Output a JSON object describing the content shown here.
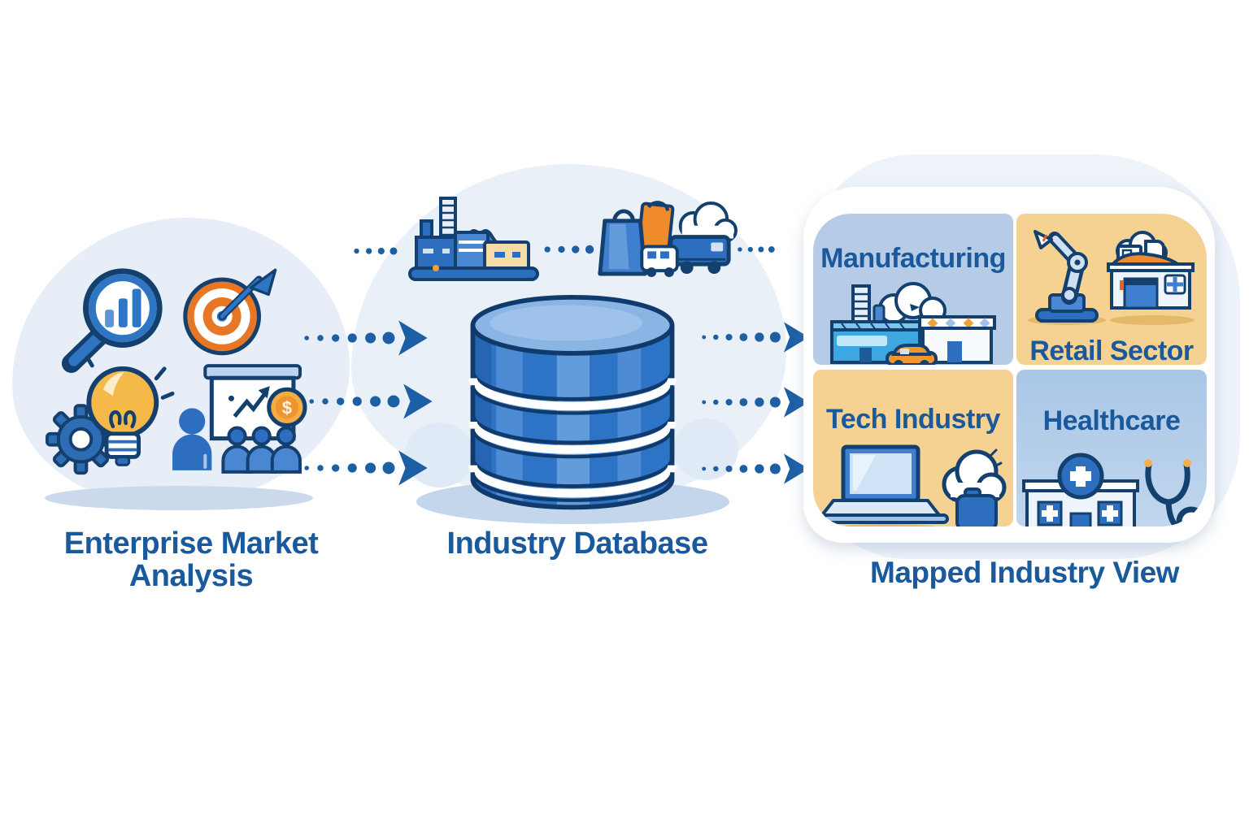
{
  "sections": {
    "analysis": {
      "label": "Enterprise Market Analysis",
      "icons": [
        "magnifier-chart",
        "target-dart",
        "gear-lightbulb",
        "presentation-audience"
      ],
      "coin_symbol": "$"
    },
    "database": {
      "label": "Industry Database",
      "source_icons": [
        "factory",
        "retail-transport"
      ]
    },
    "mapped": {
      "label": "Mapped Industry View",
      "cells": [
        {
          "label": "Manufacturing",
          "icon": "manufacturing-plant",
          "bg": "#b6cce6"
        },
        {
          "label": "Retail Sector",
          "icon": "robot-arm-storefront",
          "bg": "#f6d292"
        },
        {
          "label": "Tech Industry",
          "icon": "laptop-cloud",
          "bg": "#f6d292"
        },
        {
          "label": "Healthcare",
          "icon": "hospital-stethoscope",
          "bg": "#aec9e7"
        }
      ]
    }
  },
  "flow": {
    "left_arrow_count": 3,
    "right_arrow_count": 3,
    "style": "dotted-arrows"
  },
  "colors": {
    "label_text": "#19599c",
    "arrow": "#1d5fa5",
    "outline": "#13406f",
    "database_body": "#2e74c6",
    "database_top": "#8ab4e4",
    "cell_blue": "#b6cce6",
    "cell_tan": "#f6d292",
    "accent_orange": "#e87725",
    "bulb_yellow": "#f5b94a",
    "blob_bg": "#e9f0f8"
  }
}
